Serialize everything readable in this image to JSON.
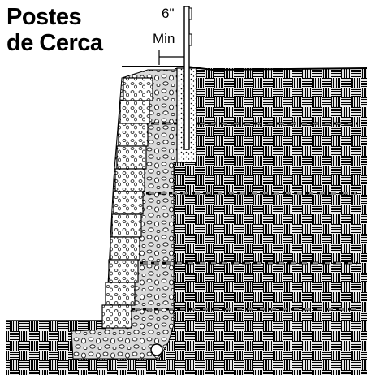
{
  "title": {
    "line1": "Postes",
    "line2": "de Cerca"
  },
  "dimension": {
    "value": "6\"",
    "label": "Min"
  },
  "colors": {
    "ink": "#000000",
    "paper": "#ffffff",
    "gravel": "#d9d9d9"
  }
}
